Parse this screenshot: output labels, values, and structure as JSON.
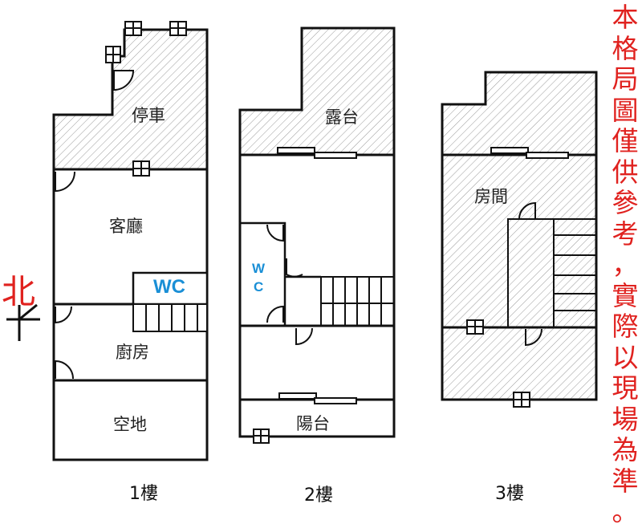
{
  "floors": [
    {
      "label": "1樓",
      "rooms": {
        "parking": "停車",
        "living": "客廳",
        "wc": "WC",
        "kitchen": "廚房",
        "yard": "空地"
      }
    },
    {
      "label": "2樓",
      "rooms": {
        "terrace": "露台",
        "wc_w": "W",
        "wc_c": "C",
        "balcony": "陽台"
      }
    },
    {
      "label": "3樓",
      "rooms": {
        "room": "房間"
      }
    }
  ],
  "north": {
    "label": "北"
  },
  "disclaimer": [
    "本",
    "格",
    "局",
    "圖",
    "僅",
    "供",
    "參",
    "考",
    "，",
    "實",
    "際",
    "以",
    "現",
    "場",
    "為",
    "準",
    "。"
  ],
  "colors": {
    "walls": "#111111",
    "hatch": "#999999",
    "accent_red": "#e0221f",
    "wc_blue": "#1a8fd6"
  }
}
